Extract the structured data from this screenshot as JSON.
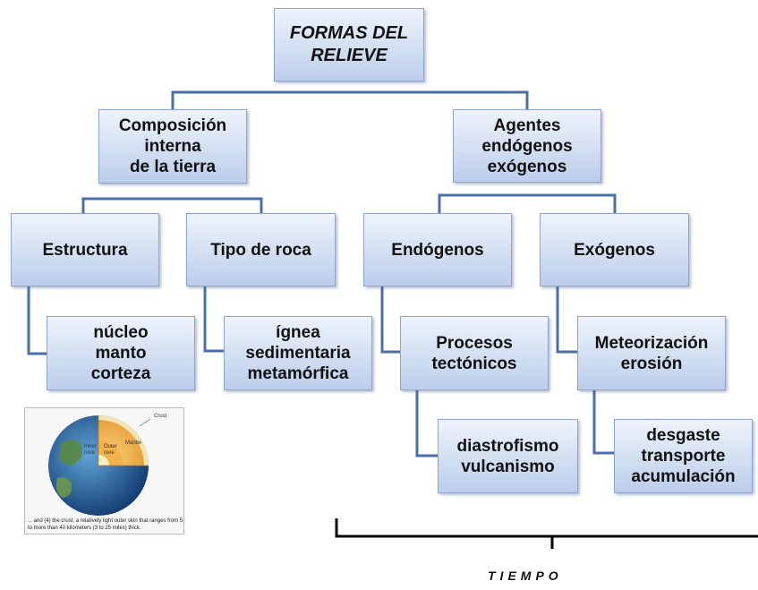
{
  "title": "FORMAS DEL\nRELIEVE",
  "level1": {
    "composicion": "Composición\ninterna\nde la tierra",
    "agentes": "Agentes\nendógenos\nexógenos"
  },
  "level2": {
    "estructura": "Estructura",
    "tipo_roca": "Tipo de roca",
    "endogenos": "Endógenos",
    "exogenos": "Exógenos"
  },
  "level3": {
    "capas": "núcleo\nmanto\ncorteza",
    "rocas": "ígnea\nsedimentaria\nmetamórfica",
    "procesos": "Procesos\ntectónicos",
    "meteorizacion": "Meteorización\nerosión"
  },
  "level4": {
    "diastrofismo": "diastrofismo\nvulcanismo",
    "desgaste": "desgaste\ntransporte\nacumulación"
  },
  "earth_image": {
    "labels": {
      "crust": "Crust",
      "mantle": "Mantle",
      "outer_core": "Outer\ncore",
      "inner_core": "Inner\ncore"
    },
    "caption": "... and (4) the crust, a relatively light outer skin that ranges from 5 to more than 40 kilometers (3 to 25 miles) thick."
  },
  "timeline_label": "TIEMPO",
  "colors": {
    "connector": "#4a6ea8",
    "box_border": "#8ea6cc",
    "timeline": "#000000"
  }
}
